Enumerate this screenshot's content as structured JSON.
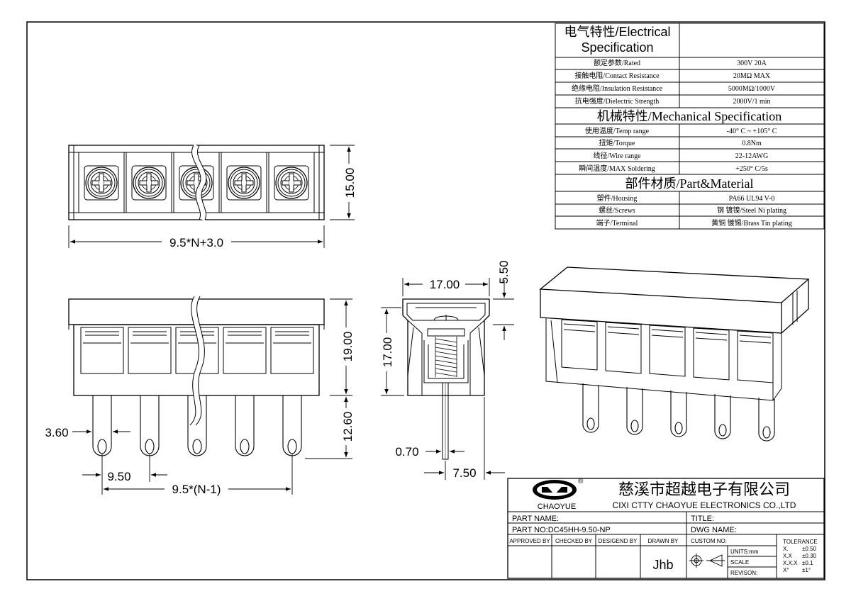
{
  "spec_table": {
    "electrical_heading": "电气特性/Electrical Specification",
    "electrical_rows": [
      {
        "label": "额定参数/Rated",
        "value": "300V  20A"
      },
      {
        "label": "接触电阻/Contact Resistance",
        "value": "20MΩ MAX"
      },
      {
        "label": "绝缘电阻/Insulation Resistance",
        "value": "5000MΩ/1000V"
      },
      {
        "label": "抗电强度/Dielectric Strength",
        "value": "2000V/1 min"
      }
    ],
    "mechanical_heading": "机械特性/Mechanical Specification",
    "mechanical_rows": [
      {
        "label": "使用温度/Temp range",
        "value": "-40° C ~ +105° C"
      },
      {
        "label": "扭矩/Torque",
        "value": "0.8Nm"
      },
      {
        "label": "线径/Wire range",
        "value": "22-12AWG"
      },
      {
        "label": "瞬间温度/MAX Soldering",
        "value": "+250° C/5s"
      }
    ],
    "material_heading": "部件材质/Part&Material",
    "material_rows": [
      {
        "label": "塑件/Housing",
        "value": "PA66 UL94 V-0"
      },
      {
        "label": "螺丝/Screws",
        "value": "钢 镀镍/Steel Ni plating"
      },
      {
        "label": "端子/Terminal",
        "value": "黄铜 镀锡/Brass Tin  plating"
      }
    ]
  },
  "dimensions": {
    "top_width": "9.5*N+3.0",
    "top_height": "15.00",
    "front_height": "19.00",
    "pin_length": "12.60",
    "pin_width": "3.60",
    "pitch": "9.50",
    "pitch_total": "9.5*(N-1)",
    "side_width": "17.00",
    "side_top": "5.50",
    "side_height": "17.00",
    "pin_thickness": "0.70",
    "pin_offset": "7.50"
  },
  "title_block": {
    "logo_text": "CHAOYUE",
    "logo_mark": "®",
    "company_cn": "慈溪市超越电子有限公司",
    "company_en": "CIXI CTTY CHAOYUE ELECTRONICS CO.,LTD",
    "part_name_label": "PART NAME:",
    "title_label": "TITLE:",
    "part_no_label": "PART NO:DC45HH-9.50-NP",
    "dwg_name_label": "DWG NAME:",
    "approved_by": "APPROVED BY",
    "checked_by": "CHECKED BY",
    "designed_by": "DESIGEND BY",
    "drawn_by": "DRAWN BY",
    "drawn_by_value": "Jhb",
    "custom_no": "CUSTOM NO:",
    "units": "UNITS:mm",
    "scale": "SCALE",
    "revision": "REVISON:",
    "tolerance_heading": "TOLERANCE",
    "tolerance_rows": [
      {
        "label": "X.",
        "value": "±0.50"
      },
      {
        "label": "X.X",
        "value": "±0.30"
      },
      {
        "label": "X.X.X",
        "value": "±0.1"
      },
      {
        "label": "X°",
        "value": "±1°"
      }
    ]
  }
}
